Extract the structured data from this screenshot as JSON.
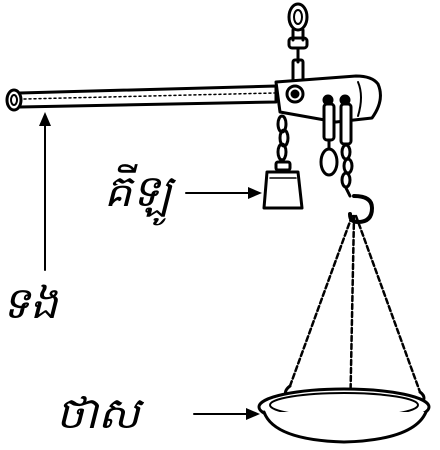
{
  "labels": {
    "weight": "គីឡូ",
    "beam": "ទង",
    "pan": "ថាស"
  },
  "colors": {
    "ink": "#000000",
    "paper": "#ffffff"
  }
}
